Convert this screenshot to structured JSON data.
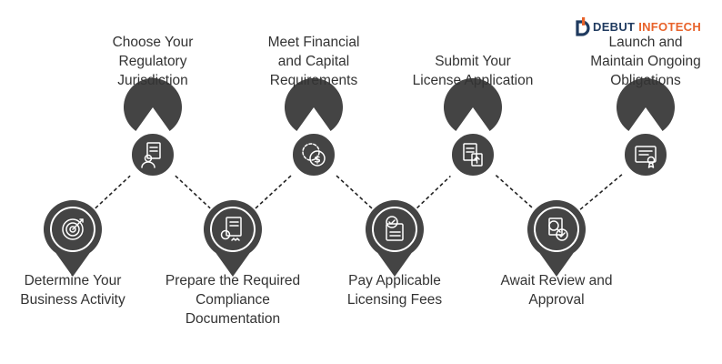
{
  "brand": {
    "name_part1": "DEBUT",
    "name_part2": "INFOTECH",
    "color_dark": "#1f3a5f",
    "color_accent": "#e8632b"
  },
  "steps": [
    {
      "icon": "target-icon",
      "lines": [
        "Determine Your",
        "Business Activity"
      ]
    },
    {
      "icon": "document-user-icon",
      "lines": [
        "Choose Your",
        "Regulatory",
        "Jurisdiction"
      ]
    },
    {
      "icon": "certificate-document-icon",
      "lines": [
        "Prepare the Required",
        "Compliance",
        "Documentation"
      ]
    },
    {
      "icon": "gear-dollar-icon",
      "lines": [
        "Meet Financial",
        "and Capital",
        "Requirements"
      ]
    },
    {
      "icon": "payment-check-icon",
      "lines": [
        "Pay Applicable",
        "Licensing Fees"
      ]
    },
    {
      "icon": "upload-document-icon",
      "lines": [
        "Submit Your",
        "License Application"
      ]
    },
    {
      "icon": "review-approval-icon",
      "lines": [
        "Await Review and",
        "Approval"
      ]
    },
    {
      "icon": "certificate-icon",
      "lines": [
        "Launch and",
        "Maintain Ongoing",
        "Obligations"
      ]
    }
  ],
  "colors": {
    "pin": "#444444",
    "ring": "#ffffff",
    "connector": "#222222",
    "text": "#333333"
  }
}
